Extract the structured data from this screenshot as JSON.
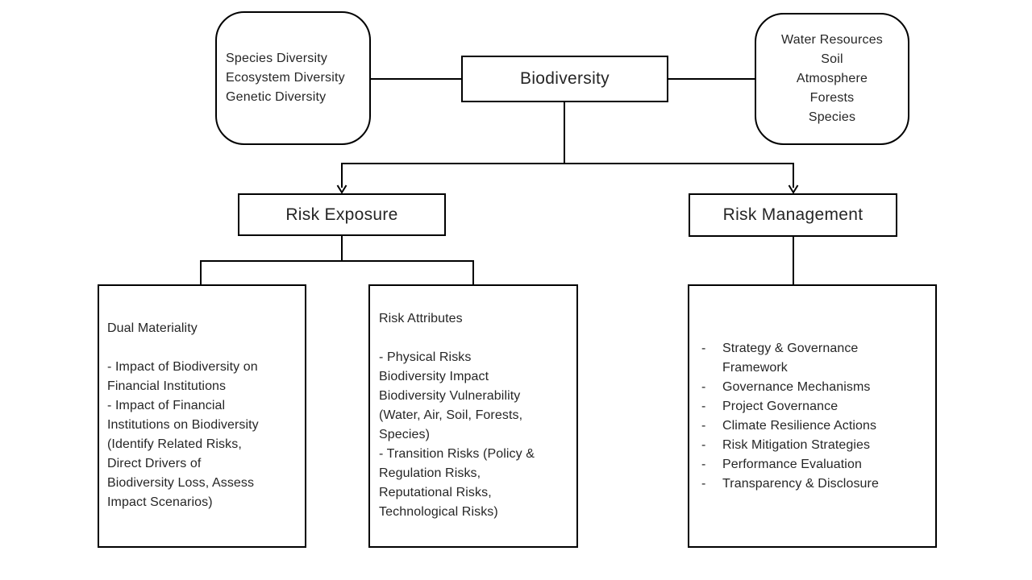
{
  "diagram": {
    "root": {
      "label": "Biodiversity"
    },
    "left_group": {
      "text": "Species Diversity\nEcosystem Diversity\nGenetic Diversity"
    },
    "right_group": {
      "text": "Water Resources\nSoil\nAtmosphere\nForests\nSpecies"
    },
    "branches": {
      "risk_exposure": {
        "label": "Risk Exposure"
      },
      "risk_management": {
        "label": "Risk Management"
      }
    },
    "dual_materiality": {
      "text": "Dual Materiality\n\n- Impact of Biodiversity on\nFinancial Institutions\n- Impact of Financial\nInstitutions on Biodiversity\n(Identify Related Risks,\nDirect Drivers of\nBiodiversity Loss, Assess\nImpact Scenarios)"
    },
    "risk_attributes": {
      "text": "Risk Attributes\n\n- Physical Risks\nBiodiversity Impact\nBiodiversity Vulnerability\n(Water, Air, Soil, Forests,\nSpecies)\n- Transition Risks (Policy &\nRegulation Risks,\nReputational Risks,\nTechnological Risks)"
    },
    "management_detail": {
      "bullet": "-",
      "items": [
        "Strategy & Governance Framework",
        "Governance Mechanisms",
        "Project Governance",
        "Climate Resilience Actions",
        "Risk Mitigation Strategies",
        "Performance Evaluation",
        "Transparency & Disclosure"
      ]
    },
    "colors": {
      "line": "#000000",
      "text": "#262626",
      "background": "#ffffff"
    }
  }
}
